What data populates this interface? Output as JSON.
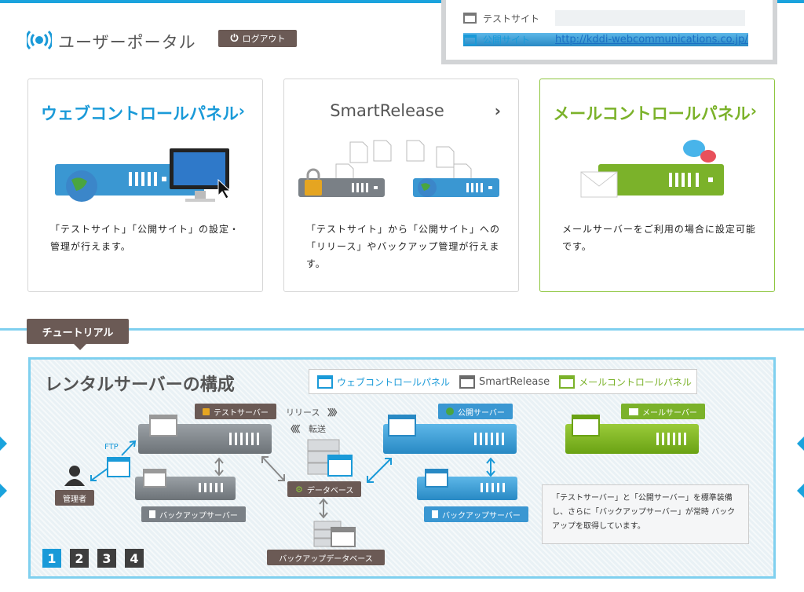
{
  "header": {
    "title": "ユーザーポータル",
    "logout_label": "ログアウト"
  },
  "sites": {
    "test_label": "テストサイト",
    "test_value": "",
    "public_label": "公開サイト",
    "public_url": "http://kddi-webcommunications.co.jp/"
  },
  "cards": [
    {
      "title": "ウェブコントロールパネル",
      "chevron": "›",
      "desc": "「テストサイト」「公開サイト」の設定・管理が行えます。",
      "color": "#1a9ad8"
    },
    {
      "title": "SmartRelease",
      "chevron": "›",
      "desc": "「テストサイト」から「公開サイト」への「リリース」やバックアップ管理が行えます。",
      "color": "#555555"
    },
    {
      "title": "メールコントロールパネル",
      "chevron": "›",
      "desc": "メールサーバーをご利用の場合に設定可能です。",
      "color": "#7bb22a"
    }
  ],
  "tutorial": {
    "tab_label": "チュートリアル",
    "title": "レンタルサーバーの構成",
    "legend": [
      "ウェブコントロールパネル",
      "SmartRelease",
      "メールコントロールパネル"
    ],
    "legend_colors": [
      "#1a9ad8",
      "#6b6b6b",
      "#7bb22a"
    ],
    "test_server": "テストサーバー",
    "public_server": "公開サーバー",
    "mail_server": "メールサーバー",
    "backup_server_1": "バックアップサーバー",
    "backup_server_2": "バックアップサーバー",
    "database": "データベース",
    "backup_database": "バックアップデータベース",
    "admin": "管理者",
    "ftp": "FTP",
    "release_label": "リリース",
    "release_arrows": "〉〉〉〉",
    "transfer_label": "転送",
    "transfer_arrows": "〈〈〈〈",
    "note": "「テストサーバー」と「公開サーバー」を標準装備し、さらに「バックアップサーバー」が常時 バックアップを取得しています。",
    "pages": [
      "1",
      "2",
      "3",
      "4"
    ],
    "active_page": "1"
  },
  "icons": [
    "broadcast-icon",
    "power-icon",
    "window-icon",
    "lock-icon",
    "globe-icon",
    "gear-icon",
    "mail-icon",
    "user-icon",
    "document-icon"
  ]
}
